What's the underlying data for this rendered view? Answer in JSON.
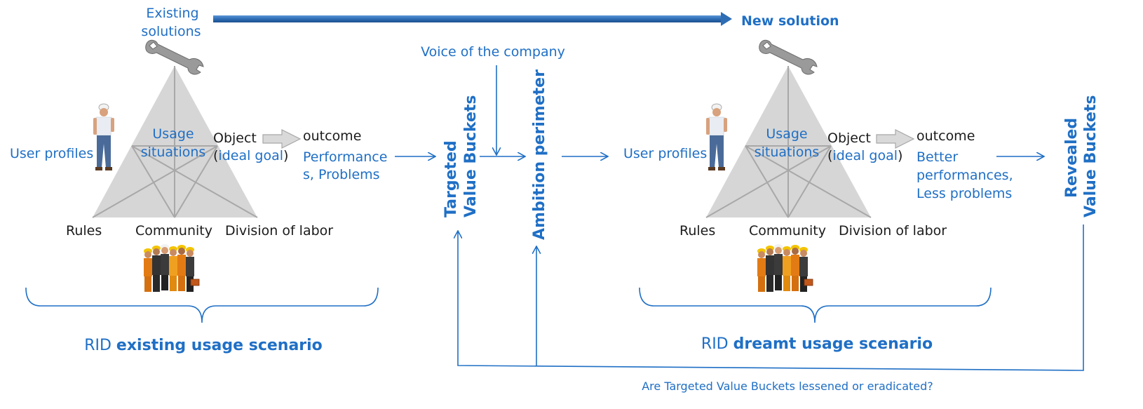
{
  "top": {
    "existing_line1": "Existing",
    "existing_line2": "solutions",
    "new_solution": "New solution"
  },
  "left_model": {
    "user_profiles": "User profiles",
    "usage_line1": "Usage",
    "usage_line2": "situations",
    "object": "Object",
    "ideal_open": "(",
    "ideal": "ideal goal",
    "ideal_close": ")",
    "outcome": "outcome",
    "outcome_line1": "Performance",
    "outcome_line2": "s, Problems",
    "rules": "Rules",
    "community": "Community",
    "division": "Division of labor",
    "scenario_prefix": "RID ",
    "scenario_bold": "existing usage scenario"
  },
  "middle": {
    "voice": "Voice of the company",
    "targeted_line1": "Targeted",
    "targeted_line2": "Value Buckets",
    "ambition": "Ambition perimeter"
  },
  "right_model": {
    "user_profiles": "User profiles",
    "usage_line1": "Usage",
    "usage_line2": "situations",
    "object": "Object",
    "ideal_open": "(",
    "ideal": "ideal goal",
    "ideal_close": ")",
    "outcome": "outcome",
    "outcome_line1": "Better",
    "outcome_line2": "performances,",
    "outcome_line3": "Less problems",
    "rules": "Rules",
    "community": "Community",
    "division": "Division of labor",
    "scenario_prefix": "RID ",
    "scenario_bold": "dreamt usage scenario",
    "revealed_line1": "Revealed",
    "revealed_line2": "Value Buckets"
  },
  "feedback_question": "Are Targeted Value Buckets lessened or eradicated?",
  "colors": {
    "accent": "#1f6fc5",
    "text": "#1b1b1b",
    "triangle": "#d6d6d6",
    "arrow_bar": "#2e6db4"
  },
  "icons": [
    "wrench-icon",
    "worker-icon",
    "crew-icon"
  ]
}
